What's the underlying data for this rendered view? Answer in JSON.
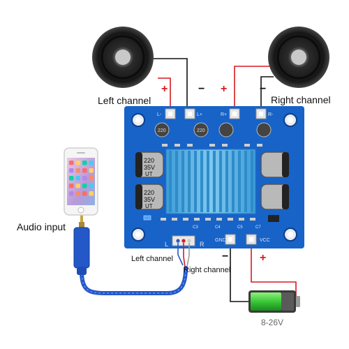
{
  "labels": {
    "left_channel_top": "Left channel",
    "right_channel_top": "Right channel",
    "audio_input": "Audio input",
    "left_channel_bottom": "Left channel",
    "right_channel_bottom": "Right channel",
    "voltage": "8-26V"
  },
  "polarity": {
    "plus": "+",
    "minus": "−"
  },
  "board": {
    "silk_left_minus": "L-",
    "silk_left_plus": "L+",
    "silk_right_plus": "R+",
    "silk_right_minus": "R-",
    "silk_gnd": "GND",
    "silk_vcc": "VCC",
    "silk_l": "L",
    "silk_r": "R",
    "silk_c3": "C3",
    "silk_c4": "C4",
    "silk_c5": "C5",
    "silk_c7": "C7",
    "cap_value_large": "220",
    "cap_voltage_large": "35V",
    "cap_brand_large": "UT",
    "cap_value_small": "220"
  },
  "colors": {
    "board": "#1763c8",
    "heatsink": "#4fb0e6",
    "wire_red": "#d71920",
    "wire_black": "#111111",
    "cable_blue": "#2458c8",
    "battery_green": "#3ec63a"
  },
  "icons": [
    "speaker-icon",
    "smartphone-icon",
    "audio-jack-icon",
    "battery-icon"
  ]
}
